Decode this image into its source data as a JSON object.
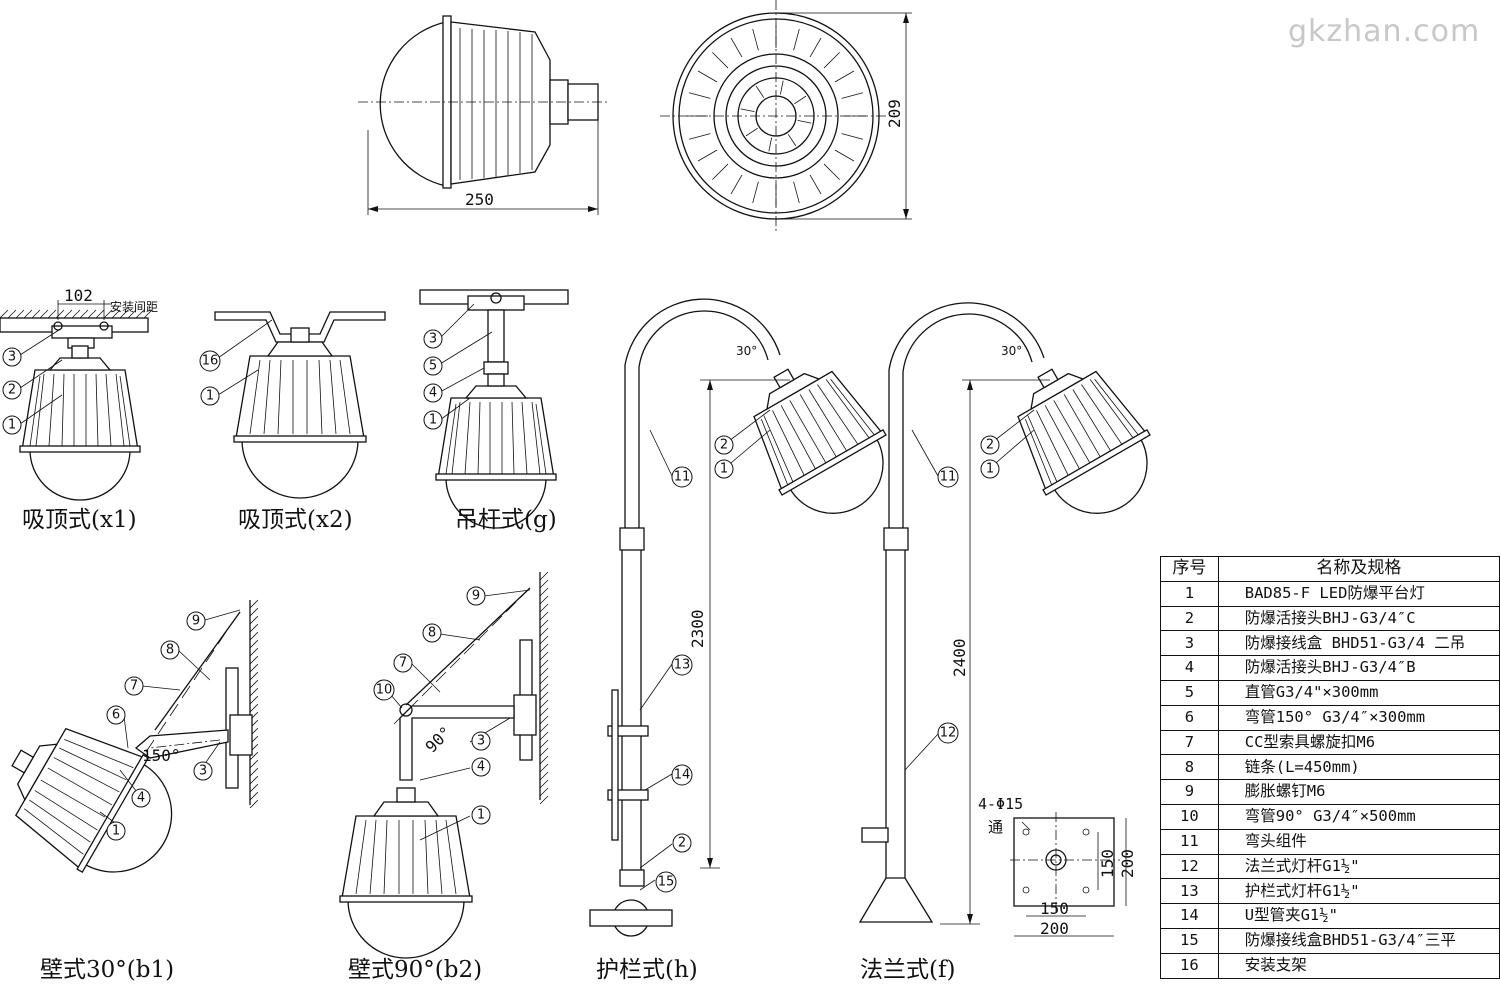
{
  "watermark": "gkzhan.com",
  "dimensions": {
    "overall_width": "250",
    "overall_height": "209",
    "mount_spacing": "102",
    "mount_spacing_note": "安装间距",
    "angle_30": "30°",
    "angle_150": "150°",
    "angle_90": "90°",
    "guardrail_height": "2300",
    "flange_height": "2400",
    "bolt_holes": "4-Φ15",
    "through": "通",
    "flange_inner": "150",
    "flange_outer": "200"
  },
  "captions": {
    "x1": "吸顶式(x1)",
    "x2": "吸顶式(x2)",
    "g": "吊杆式(g)",
    "b1": "壁式30°(b1)",
    "b2": "壁式90°(b2)",
    "h": "护栏式(h)",
    "f": "法兰式(f)"
  },
  "parts_table": {
    "header_no": "序号",
    "header_name": "名称及规格",
    "rows": [
      {
        "no": "1",
        "name": "BAD85-F LED防爆平台灯"
      },
      {
        "no": "2",
        "name": "防爆活接头BHJ-G3/4″C"
      },
      {
        "no": "3",
        "name": "防爆接线盒 BHD51-G3/4 二吊"
      },
      {
        "no": "4",
        "name": "防爆活接头BHJ-G3/4″B"
      },
      {
        "no": "5",
        "name": "直管G3/4\"×300mm"
      },
      {
        "no": "6",
        "name": "弯管150° G3/4″×300mm"
      },
      {
        "no": "7",
        "name": "CC型索具螺旋扣M6"
      },
      {
        "no": "8",
        "name": "链条(L=450mm)"
      },
      {
        "no": "9",
        "name": "膨胀螺钉M6"
      },
      {
        "no": "10",
        "name": "弯管90° G3/4″×500mm"
      },
      {
        "no": "11",
        "name": "弯头组件"
      },
      {
        "no": "12",
        "name": "法兰式灯杆G1½\""
      },
      {
        "no": "13",
        "name": "护栏式灯杆G1½\""
      },
      {
        "no": "14",
        "name": "U型管夹G1½\""
      },
      {
        "no": "15",
        "name": "防爆接线盒BHD51-G3/4″三平"
      },
      {
        "no": "16",
        "name": "安装支架"
      }
    ]
  },
  "callouts": [
    "1",
    "2",
    "3",
    "4",
    "5",
    "6",
    "7",
    "8",
    "9",
    "10",
    "11",
    "12",
    "13",
    "14",
    "15",
    "16"
  ]
}
